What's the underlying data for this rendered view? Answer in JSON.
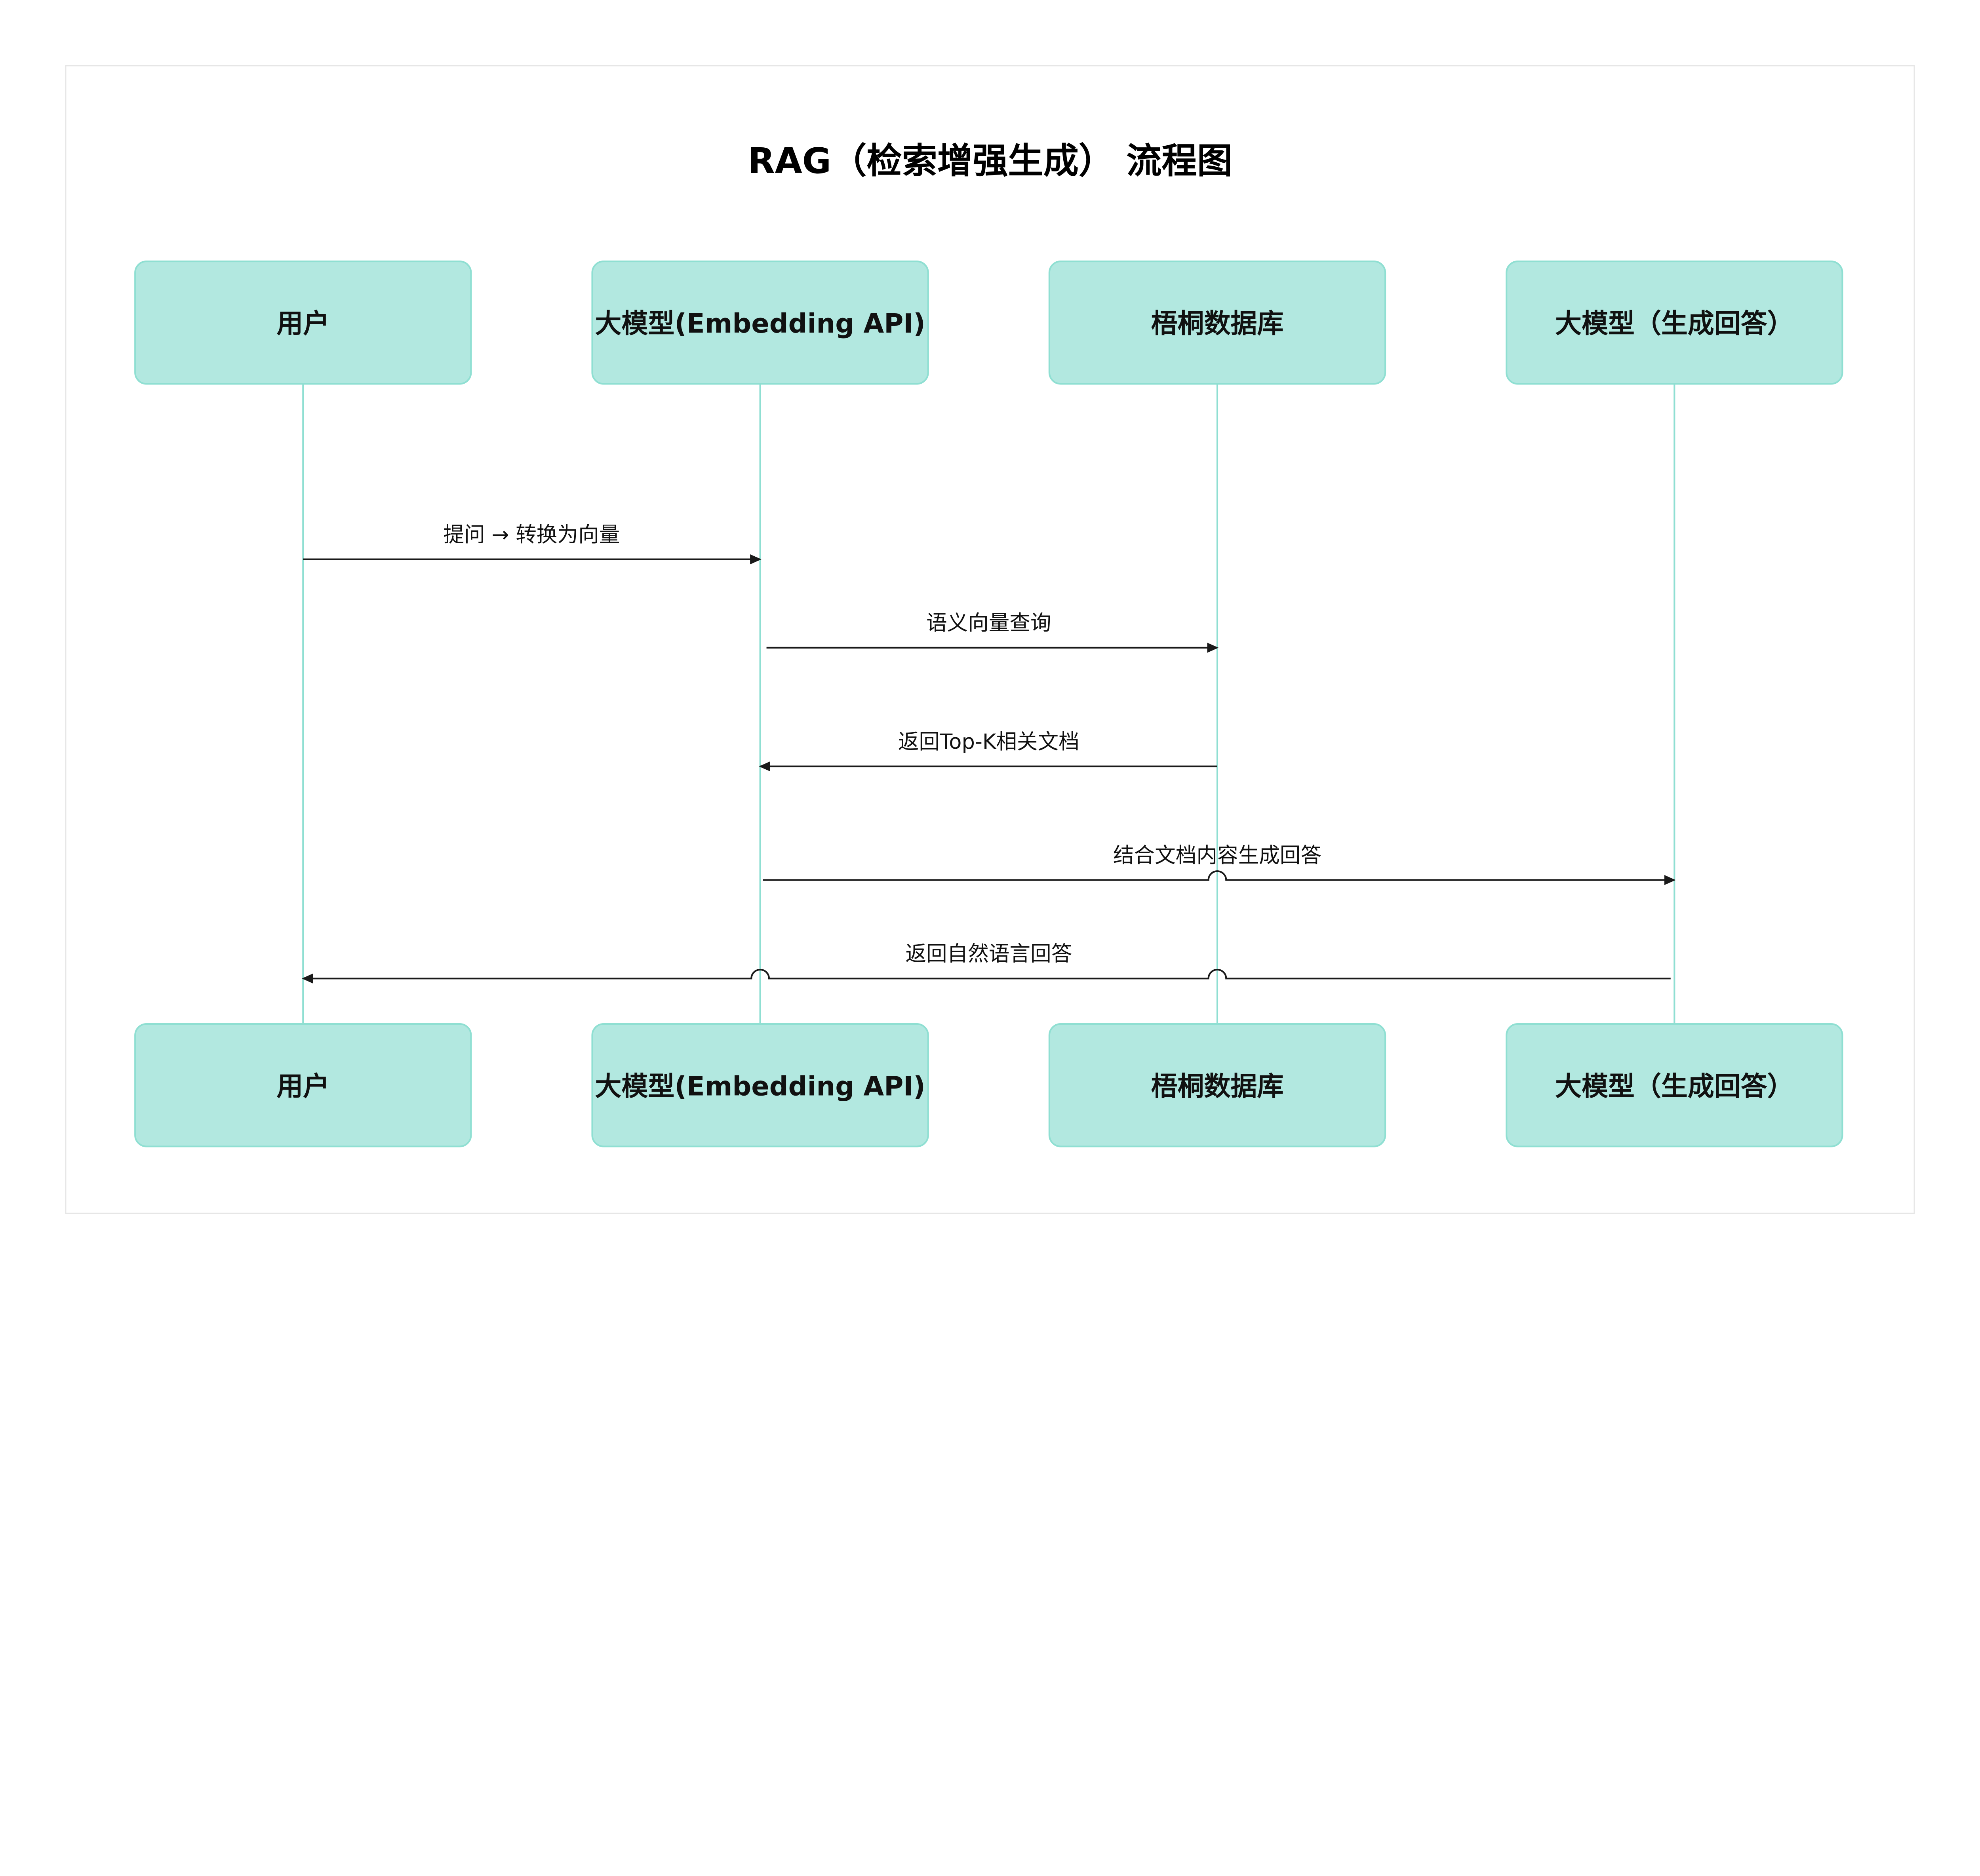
{
  "title": "RAG（检索增强生成） 流程图",
  "colors": {
    "box_fill": "#b2e8e0",
    "box_stroke": "#8fdfd2",
    "lifeline": "#8fdfd2",
    "arrow": "#1a1a1a",
    "frame": "#e6e6e6"
  },
  "participants": [
    {
      "label": "用户"
    },
    {
      "label": "大模型(Embedding API)"
    },
    {
      "label": "梧桐数据库"
    },
    {
      "label": "大模型（生成回答）"
    }
  ],
  "messages": [
    {
      "from": 0,
      "to": 1,
      "label": "提问 → 转换为向量"
    },
    {
      "from": 1,
      "to": 2,
      "label": "语义向量查询"
    },
    {
      "from": 2,
      "to": 1,
      "label": "返回Top-K相关文档"
    },
    {
      "from": 1,
      "to": 3,
      "label": "结合文档内容生成回答"
    },
    {
      "from": 3,
      "to": 0,
      "label": "返回自然语言回答"
    }
  ]
}
